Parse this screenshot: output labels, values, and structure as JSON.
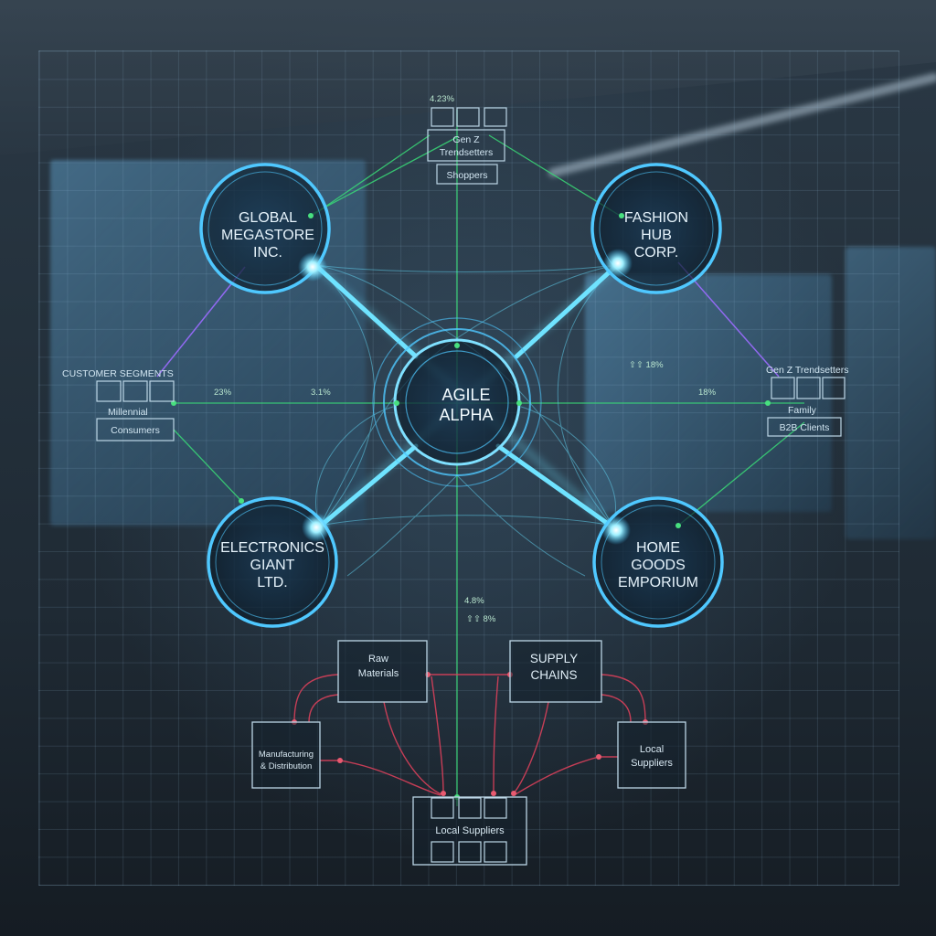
{
  "center": {
    "line1": "AGILE",
    "line2": "ALPHA"
  },
  "retailers": [
    {
      "id": "global",
      "lines": [
        "GLOBAL",
        "MEGASTORE",
        "INC."
      ]
    },
    {
      "id": "fashion",
      "lines": [
        "FASHION",
        "HUB",
        "CORP."
      ]
    },
    {
      "id": "electronics",
      "lines": [
        "ELECTRONICS",
        "GIANT",
        "LTD."
      ]
    },
    {
      "id": "home",
      "lines": [
        "HOME",
        "GOODS",
        "EMPORIUM"
      ]
    }
  ],
  "top_panel": {
    "value": "4.23%",
    "line1": "Gen Z",
    "line2": "Trendsetters",
    "box": "Shoppers"
  },
  "left_panel": {
    "title": "CUSTOMER SEGMENTS",
    "line": "Millennial",
    "box": "Consumers",
    "value_a": "23%",
    "value_b": "3.1%"
  },
  "right_panel": {
    "title": "Gen Z Trendsetters",
    "line": "Family",
    "box": "B2B Clients",
    "value": "18%",
    "trend": "⇧⇧ 18%"
  },
  "bottom_metric": {
    "value": "4.8%",
    "trend": "⇧⇧ 8%"
  },
  "supply": {
    "raw": [
      "Raw",
      "Materials"
    ],
    "chains": [
      "SUPPLY",
      "CHAINS"
    ],
    "manufacturing": [
      "Manufacturing",
      "& Distribution"
    ],
    "local": [
      "Local",
      "Suppliers"
    ],
    "bottom": "Local Suppliers"
  },
  "colors": {
    "node_ring": "#4fc8ff",
    "beam": "#6fe3ff",
    "green_line": "#39d977",
    "purple_line": "#9b6cff",
    "red_line": "#d8405a"
  }
}
